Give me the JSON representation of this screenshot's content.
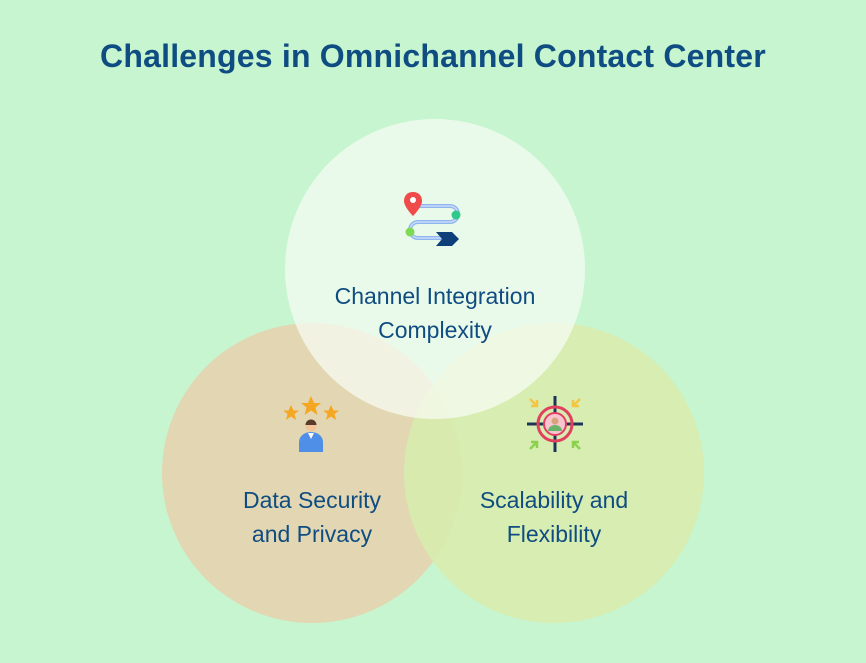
{
  "title": "Challenges in Omnichannel Contact Center",
  "circles": [
    {
      "id": "top",
      "line1": "Channel Integration",
      "line2": "Complexity",
      "icon": "route-map-icon"
    },
    {
      "id": "left",
      "line1": "Data Security",
      "line2": "and Privacy",
      "icon": "user-rating-stars-icon"
    },
    {
      "id": "right",
      "line1": "Scalability and",
      "line2": "Flexibility",
      "icon": "target-crosshair-icon"
    }
  ],
  "colors": {
    "background": "#c6f5d0",
    "text": "#0f4c81",
    "circle_top": "#f8fcf4",
    "circle_left": "#e4d4af",
    "circle_right": "#d8ebaf"
  }
}
